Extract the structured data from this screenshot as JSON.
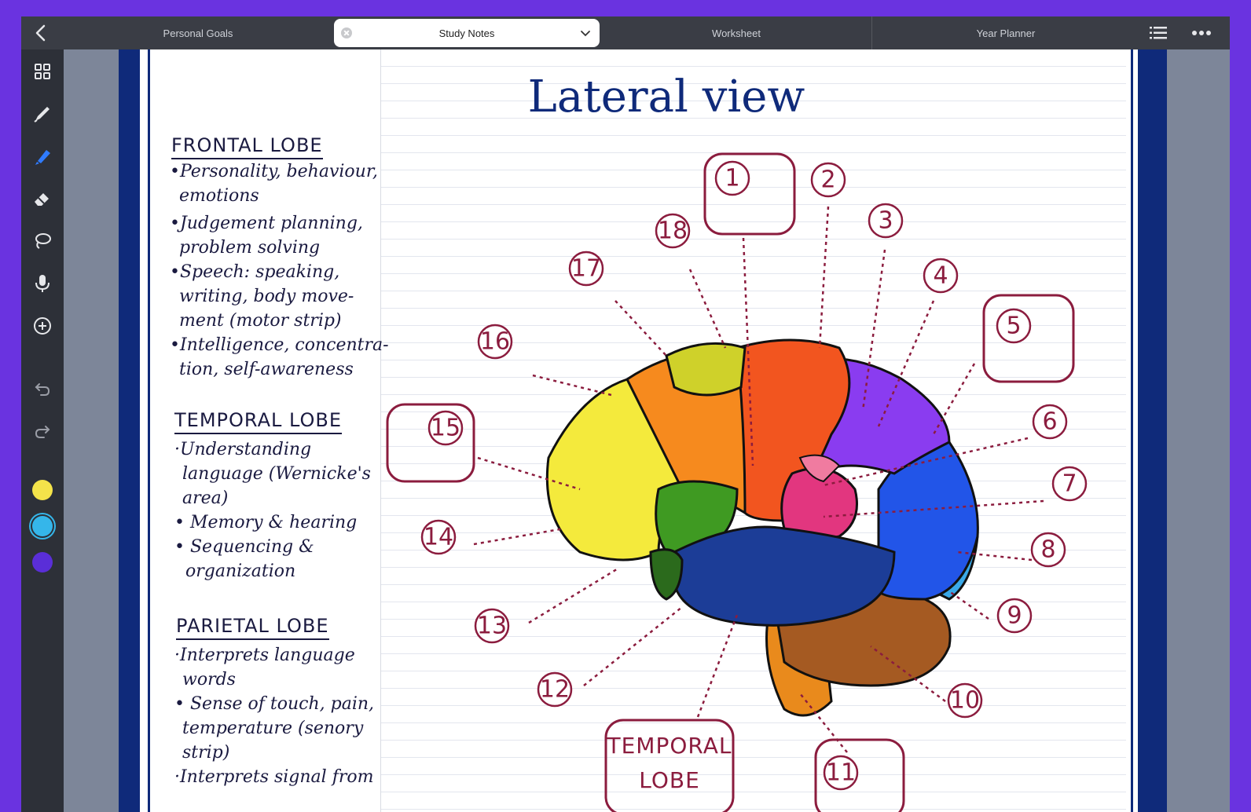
{
  "tabs": [
    {
      "label": "Personal Goals"
    },
    {
      "label": "Study Notes"
    },
    {
      "label": "Worksheet"
    },
    {
      "label": "Year Planner"
    }
  ],
  "colors": {
    "accent_background": "#6a33e0",
    "swatch_yellow": "#f4e34a",
    "swatch_cyan": "#35b6ea",
    "swatch_purple": "#5a2ed8",
    "ink_maroon": "#8b1c3e",
    "page_navy": "#0f2a7a"
  },
  "icons": {
    "back": "chevron-left-icon",
    "list": "list-icon",
    "more": "more-icon",
    "tools": [
      "grid-icon",
      "pen-icon",
      "highlighter-icon",
      "eraser-icon",
      "lasso-icon",
      "microphone-icon",
      "add-icon",
      "undo-icon",
      "redo-icon"
    ]
  },
  "page": {
    "title": "Lateral view",
    "notes": {
      "frontal_heading": "FRONTAL LOBE",
      "frontal_lines": [
        "•Personality, behaviour,",
        " emotions",
        "•Judgement planning,",
        " problem solving",
        "•Speech: speaking,",
        " writing, body move-",
        " ment (motor strip)",
        "•Intelligence, concentra-",
        " tion, self-awareness"
      ],
      "temporal_heading": "TEMPORAL LOBE",
      "temporal_lines": [
        "·Understanding",
        " language (Wernicke's",
        " area)",
        "• Memory & hearing",
        "• Sequencing &",
        "  organization"
      ],
      "parietal_heading": "PARIETAL LOBE",
      "parietal_lines": [
        "·Interprets language",
        " words",
        "• Sense of touch, pain,",
        " temperature (senory",
        " strip)",
        "·Interprets signal from"
      ]
    },
    "labels": [
      "1",
      "2",
      "3",
      "4",
      "5",
      "6",
      "7",
      "8",
      "9",
      "10",
      "11",
      "12",
      "13",
      "14",
      "15",
      "16",
      "17",
      "18"
    ],
    "temporal_box": [
      "TEMPORAL",
      "LOBE"
    ]
  }
}
